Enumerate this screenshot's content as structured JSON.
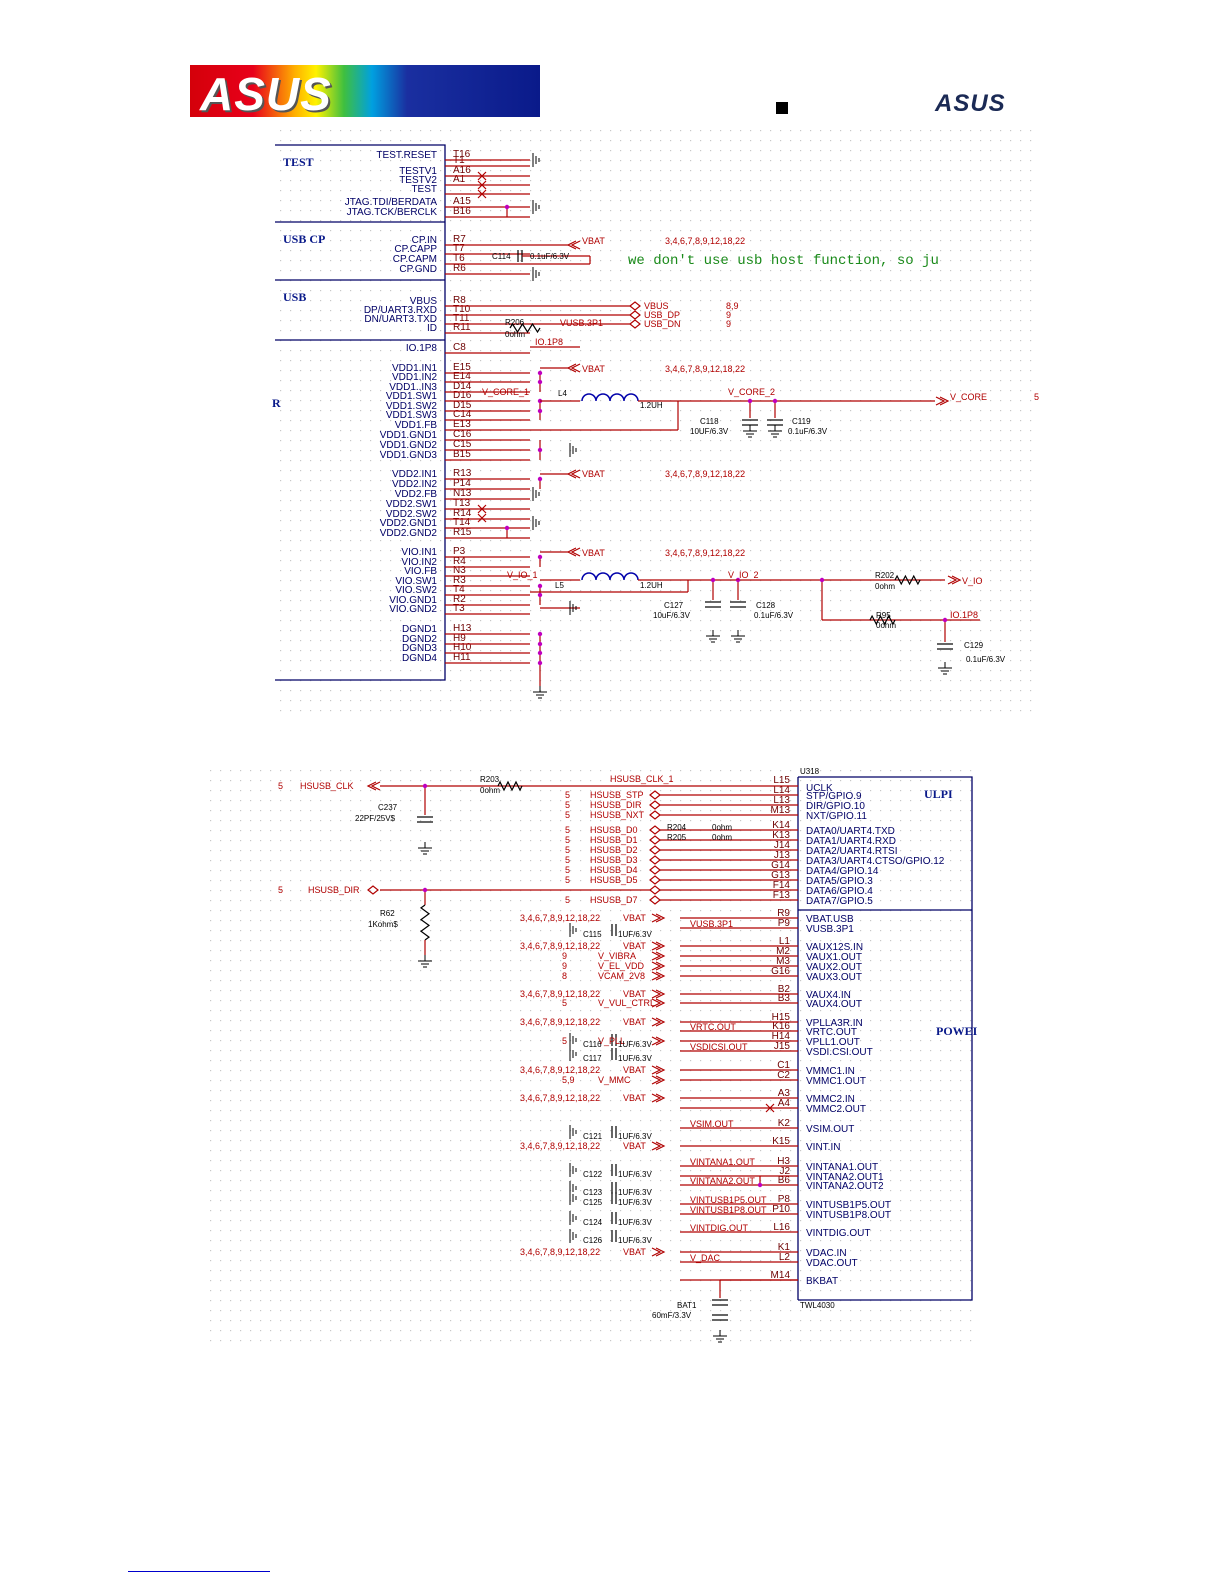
{
  "header": {
    "banner_logo_text": "ASUS",
    "right_logo_text": "ASUS"
  },
  "top": {
    "section_test": "TEST",
    "section_usbcp": "USB  CP",
    "section_usb": "USB",
    "left_cut_label": "R",
    "note": "we don't use usb host function, so ju",
    "pins": [
      {
        "name": "TEST.RESET",
        "pin": "T16"
      },
      {
        "name": "",
        "pin": "T1"
      },
      {
        "name": "TESTV1",
        "pin": "A16"
      },
      {
        "name": "TESTV2",
        "pin": "A1"
      },
      {
        "name": "TEST",
        "pin": ""
      },
      {
        "name": "JTAG.TDI/BERDATA",
        "pin": "A15"
      },
      {
        "name": "JTAG.TCK/BERCLK",
        "pin": "B16"
      },
      {
        "name": "CP.IN",
        "pin": "R7"
      },
      {
        "name": "CP.CAPP",
        "pin": "T7"
      },
      {
        "name": "CP.CAPM",
        "pin": "T6"
      },
      {
        "name": "CP.GND",
        "pin": "R6"
      },
      {
        "name": "VBUS",
        "pin": "R8"
      },
      {
        "name": "DP/UART3.RXD",
        "pin": "T10"
      },
      {
        "name": "DN/UART3.TXD",
        "pin": "T11"
      },
      {
        "name": "ID",
        "pin": "R11"
      },
      {
        "name": "IO.1P8",
        "pin": "C8"
      },
      {
        "name": "VDD1.IN1",
        "pin": "E15"
      },
      {
        "name": "VDD1.IN2",
        "pin": "E14"
      },
      {
        "name": "VDD1..IN3",
        "pin": "D14"
      },
      {
        "name": "VDD1.SW1",
        "pin": "D16"
      },
      {
        "name": "VDD1.SW2",
        "pin": "D15"
      },
      {
        "name": "VDD1.SW3",
        "pin": "C14"
      },
      {
        "name": "VDD1.FB",
        "pin": "E13"
      },
      {
        "name": "VDD1.GND1",
        "pin": "C16"
      },
      {
        "name": "VDD1.GND2",
        "pin": "C15"
      },
      {
        "name": "VDD1.GND3",
        "pin": "B15"
      },
      {
        "name": "VDD2.IN1",
        "pin": "R13"
      },
      {
        "name": "VDD2.IN2",
        "pin": "P14"
      },
      {
        "name": "VDD2.FB",
        "pin": "N13"
      },
      {
        "name": "VDD2.SW1",
        "pin": "T13"
      },
      {
        "name": "VDD2.SW2",
        "pin": "R14"
      },
      {
        "name": "VDD2.GND1",
        "pin": "T14"
      },
      {
        "name": "VDD2.GND2",
        "pin": "R15"
      },
      {
        "name": "VIO.IN1",
        "pin": "P3"
      },
      {
        "name": "VIO.IN2",
        "pin": "R4"
      },
      {
        "name": "VIO.FB",
        "pin": "N3"
      },
      {
        "name": "VIO.SW1",
        "pin": "R3"
      },
      {
        "name": "VIO.SW2",
        "pin": "T4"
      },
      {
        "name": "VIO.GND1",
        "pin": "R2"
      },
      {
        "name": "VIO.GND2",
        "pin": "T3"
      },
      {
        "name": "DGND1",
        "pin": "H13"
      },
      {
        "name": "DGND2",
        "pin": "H9"
      },
      {
        "name": "DGND3",
        "pin": "H10"
      },
      {
        "name": "DGND4",
        "pin": "H11"
      }
    ],
    "nets": {
      "vbat": "VBAT",
      "vbat_pages": "3,4,6,7,8,9,12,18,22",
      "vbus": "VBUS",
      "vbus_pages": "8,9",
      "usb_dp": "USB_DP",
      "usb_dn": "USB_DN",
      "usb_pages": "9",
      "vusb": "VUSB.3P1",
      "io1p8": "IO.1P8",
      "v_core_1": "V_CORE_1",
      "v_core_2": "V_CORE_2",
      "v_core": "V_CORE",
      "v_core_page": "5",
      "v_io_1": "V_IO_1",
      "v_io_2": "V_IO_2",
      "v_io": "V_IO",
      "io1p8b": "IO.1P8"
    },
    "parts": {
      "c114": "C114",
      "c114_val": "0.1uF/6.3V",
      "r206": "R206",
      "r206_val": "0ohm",
      "l4": "L4",
      "l4_val": "1.2UH",
      "c118": "C118",
      "c118_val": "10UF/6.3V",
      "c119": "C119",
      "c119_val": "0.1uF/6.3V",
      "l5": "L5",
      "l5_val": "1.2UH",
      "c127": "C127",
      "c127_val": "10uF/6.3V",
      "c128": "C128",
      "c128_val": "0.1uF/6.3V",
      "r202": "R202",
      "r202_val": "0ohm",
      "r95": "R95",
      "r95_val": "0ohm",
      "c129": "C129",
      "c129_val": "0.1uF/6.3V"
    }
  },
  "bottom": {
    "section_ulpi": "ULPI",
    "section_power": "POWEI",
    "ref": "U318",
    "part": "TWL4030",
    "nets_left": {
      "hsusb_clk": "HSUSB_CLK",
      "hsusb_clk_page": "5",
      "hsusb_dir_net": "HSUSB_DIR",
      "hsusb_dir_page": "5",
      "hsusb_clk_1": "HSUSB_CLK_1",
      "c237": "C237",
      "c237_val": "22PF/25V$",
      "r62": "R62",
      "r62_val": "1Kohm$",
      "r203": "R203",
      "r203_val": "0ohm"
    },
    "ulpi": [
      {
        "net": "HSUSB_STP",
        "page": "5",
        "pin": "L14",
        "name": "STP/GPIO.9"
      },
      {
        "net": "HSUSB_DIR",
        "page": "5",
        "pin": "L13",
        "name": "DIR/GPIO.10"
      },
      {
        "net": "HSUSB_NXT",
        "page": "5",
        "pin": "M13",
        "name": "NXT/GPIO.11"
      },
      {
        "net": "HSUSB_D0",
        "page": "5",
        "pin": "K14",
        "name": "DATA0/UART4.TXD"
      },
      {
        "net": "HSUSB_D1",
        "page": "5",
        "pin": "K13",
        "name": "DATA1/UART4.RXD"
      },
      {
        "net": "HSUSB_D2",
        "page": "5",
        "pin": "J14",
        "name": "DATA2/UART4.RTSI"
      },
      {
        "net": "HSUSB_D3",
        "page": "5",
        "pin": "J13",
        "name": "DATA3/UART4.CTSO/GPIO.12"
      },
      {
        "net": "HSUSB_D4",
        "page": "5",
        "pin": "G14",
        "name": "DATA4/GPIO.14"
      },
      {
        "net": "HSUSB_D5",
        "page": "5",
        "pin": "G13",
        "name": "DATA5/GPIO.3"
      },
      {
        "net": "",
        "page": "",
        "pin": "F14",
        "name": "DATA6/GPIO.4"
      },
      {
        "net": "HSUSB_D7",
        "page": "5",
        "pin": "F13",
        "name": "DATA7/GPIO.5"
      }
    ],
    "uclk": {
      "pin": "L15",
      "name": "UCLK"
    },
    "r204": "R204",
    "r205": "R205",
    "r_val": "0ohm",
    "power": [
      {
        "pin": "R9",
        "name": "VBAT.USB"
      },
      {
        "pin": "P9",
        "name": "VUSB.3P1"
      },
      {
        "pin": "L1",
        "name": "VAUX12S.IN"
      },
      {
        "pin": "M2",
        "name": "VAUX1.OUT"
      },
      {
        "pin": "M3",
        "name": "VAUX2.OUT"
      },
      {
        "pin": "G16",
        "name": "VAUX3.OUT"
      },
      {
        "pin": "B2",
        "name": "VAUX4.IN"
      },
      {
        "pin": "B3",
        "name": "VAUX4.OUT"
      },
      {
        "pin": "H15",
        "name": "VPLLA3R.IN"
      },
      {
        "pin": "K16",
        "name": "VRTC.OUT"
      },
      {
        "pin": "H14",
        "name": "VPLL1.OUT"
      },
      {
        "pin": "J15",
        "name": "VSDI.CSI.OUT"
      },
      {
        "pin": "C1",
        "name": "VMMC1.IN"
      },
      {
        "pin": "C2",
        "name": "VMMC1.OUT"
      },
      {
        "pin": "A3",
        "name": "VMMC2.IN"
      },
      {
        "pin": "A4",
        "name": "VMMC2.OUT"
      },
      {
        "pin": "K2",
        "name": "VSIM.OUT"
      },
      {
        "pin": "K15",
        "name": "VINT.IN"
      },
      {
        "pin": "H3",
        "name": "VINTANA1.OUT"
      },
      {
        "pin": "J2",
        "name": "VINTANA2.OUT1"
      },
      {
        "pin": "B6",
        "name": "VINTANA2.OUT2"
      },
      {
        "pin": "P8",
        "name": "VINTUSB1P5.OUT"
      },
      {
        "pin": "P10",
        "name": "VINTUSB1P8.OUT"
      },
      {
        "pin": "L16",
        "name": "VINTDIG.OUT"
      },
      {
        "pin": "K1",
        "name": "VDAC.IN"
      },
      {
        "pin": "L2",
        "name": "VDAC.OUT"
      },
      {
        "pin": "M14",
        "name": "BKBAT"
      }
    ],
    "pages": "3,4,6,7,8,9,12,18,22",
    "vbat": "VBAT",
    "nets": {
      "v_vibra": "V_VIBRA",
      "v_vibra_page": "9",
      "v_el_vdd": "V_EL_VDD",
      "v_el_vdd_page": "9",
      "vcam": "VCAM_2V8",
      "vcam_page": "8",
      "v_vul": "V_VUL_CTRL",
      "v_vul_page": "5",
      "v_pll": "V_PLL",
      "v_pll_page": "5",
      "v_mmc": "V_MMC",
      "v_mmc_page": "5,9",
      "vusb3p1": "VUSB.3P1",
      "vrtc_out": "VRTC.OUT",
      "vsdicsi_out": "VSDICSI.OUT",
      "vsim_out": "VSIM.OUT",
      "vintana1": "VINTANA1.OUT",
      "vintana2": "VINTANA2.OUT",
      "vintusb1p5": "VINTUSB1P5.OUT",
      "vintusb1p8": "VINTUSB1P8.OUT",
      "vintdig": "VINTDIG.OUT",
      "v_dac": "V_DAC"
    },
    "caps": {
      "c115": "C115",
      "c116": "C116",
      "c117": "C117",
      "c121": "C121",
      "c122": "C122",
      "c123": "C123",
      "c125": "C125",
      "c124": "C124",
      "c126": "C126",
      "val": "1UF/6.3V"
    },
    "bat": "BAT1",
    "bat_val": "60mF/3.3V"
  }
}
